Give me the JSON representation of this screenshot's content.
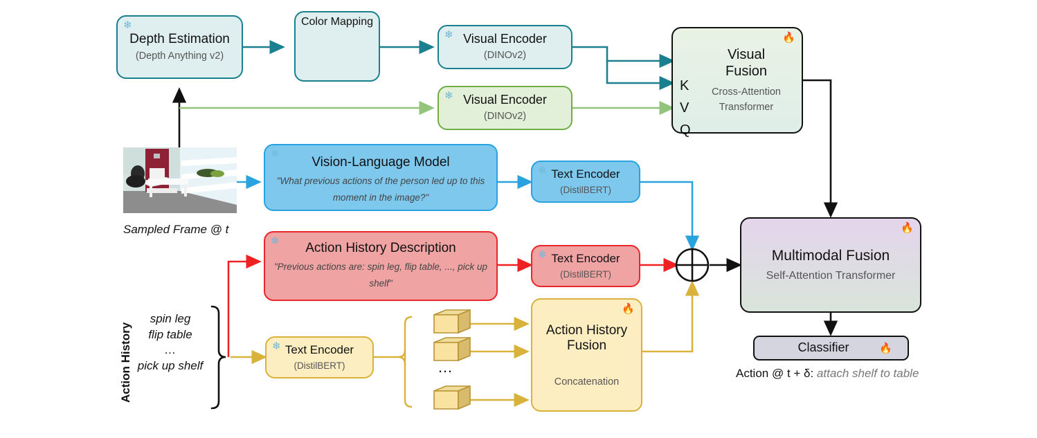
{
  "nodes": {
    "depth_estimation": {
      "title": "Depth Estimation",
      "sub": "(Depth Anything v2)",
      "snow": "❄",
      "fire": ""
    },
    "color_mapping": {
      "title": "Color Mapping",
      "sub": "",
      "snow": "",
      "fire": ""
    },
    "visual_encoder_depth": {
      "title": "Visual Encoder",
      "sub": "(DINOv2)",
      "snow": "❄",
      "fire": ""
    },
    "visual_encoder_rgb": {
      "title": "Visual Encoder",
      "sub": "(DINOv2)",
      "snow": "❄",
      "fire": ""
    },
    "visual_fusion": {
      "title_line1": "Visual",
      "title_line2": "Fusion",
      "sub_line1": "Cross-Attention",
      "sub_line2": "Transformer",
      "fire": "🔥",
      "ports": [
        "K",
        "V",
        "Q"
      ]
    },
    "vision_language_model": {
      "title": "Vision-Language Model",
      "quote": "\"What previous actions of the person led up to this moment in the image?\"",
      "snow": "❄",
      "fire": ""
    },
    "text_encoder_vlm": {
      "title": "Text Encoder",
      "sub": "(DistilBERT)",
      "snow": "❄",
      "fire": ""
    },
    "action_history_description": {
      "title": "Action History Description",
      "quote": "\"Previous actions are: spin leg, flip table, ..., pick up shelf\"",
      "snow": "❄",
      "fire": ""
    },
    "text_encoder_ahd": {
      "title": "Text Encoder",
      "sub": "(DistilBERT)",
      "snow": "❄",
      "fire": ""
    },
    "text_encoder_tokens": {
      "title": "Text Encoder",
      "sub": "(DistilBERT)",
      "snow": "❄",
      "fire": ""
    },
    "action_history_fusion": {
      "title_line1": "Action History",
      "title_line2": "Fusion",
      "sub": "Concatenation",
      "fire": "🔥"
    },
    "multimodal_fusion": {
      "title": "Multimodal Fusion",
      "sub": "Self-Attention Transformer",
      "fire": "🔥"
    },
    "classifier": {
      "title": "Classifier",
      "fire": "🔥"
    }
  },
  "labels": {
    "sampled_frame_caption": "Sampled Frame @ t",
    "action_history_axis": "Action History",
    "action_history_items": "spin leg\nflip table\n…\npick up shelf",
    "token_ellipsis": "…",
    "merge_symbol": "⊕"
  },
  "output": {
    "prefix": "Action @ t + δ: ",
    "value": "attach shelf to table"
  },
  "colors": {
    "teal": "#1a7f8e",
    "green": "#70ad47",
    "blue": "#29a3df",
    "red": "#e8262b",
    "yellow": "#d9b23c",
    "black": "#111111",
    "purple_fill": "#e4d5ec",
    "grey_fill": "#d5d5e0"
  }
}
